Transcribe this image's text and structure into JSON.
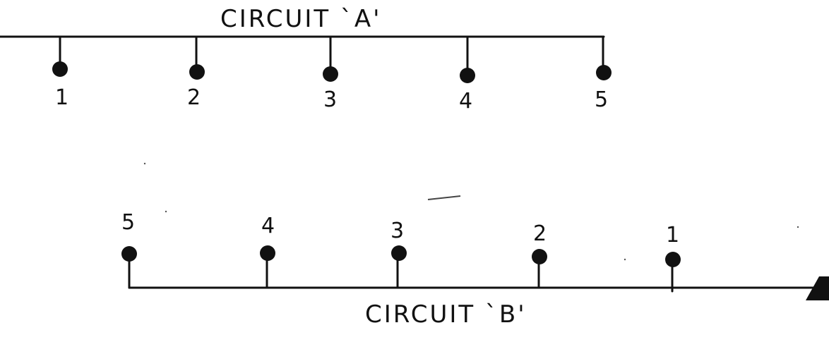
{
  "circuit_a": {
    "title": "CIRCUIT `A'",
    "nodes": [
      "1",
      "2",
      "3",
      "4",
      "5"
    ]
  },
  "circuit_b": {
    "title": "CIRCUIT `B'",
    "nodes": [
      "5",
      "4",
      "3",
      "2",
      "1"
    ]
  },
  "colors": {
    "ink": "#111111",
    "background": "#ffffff"
  }
}
